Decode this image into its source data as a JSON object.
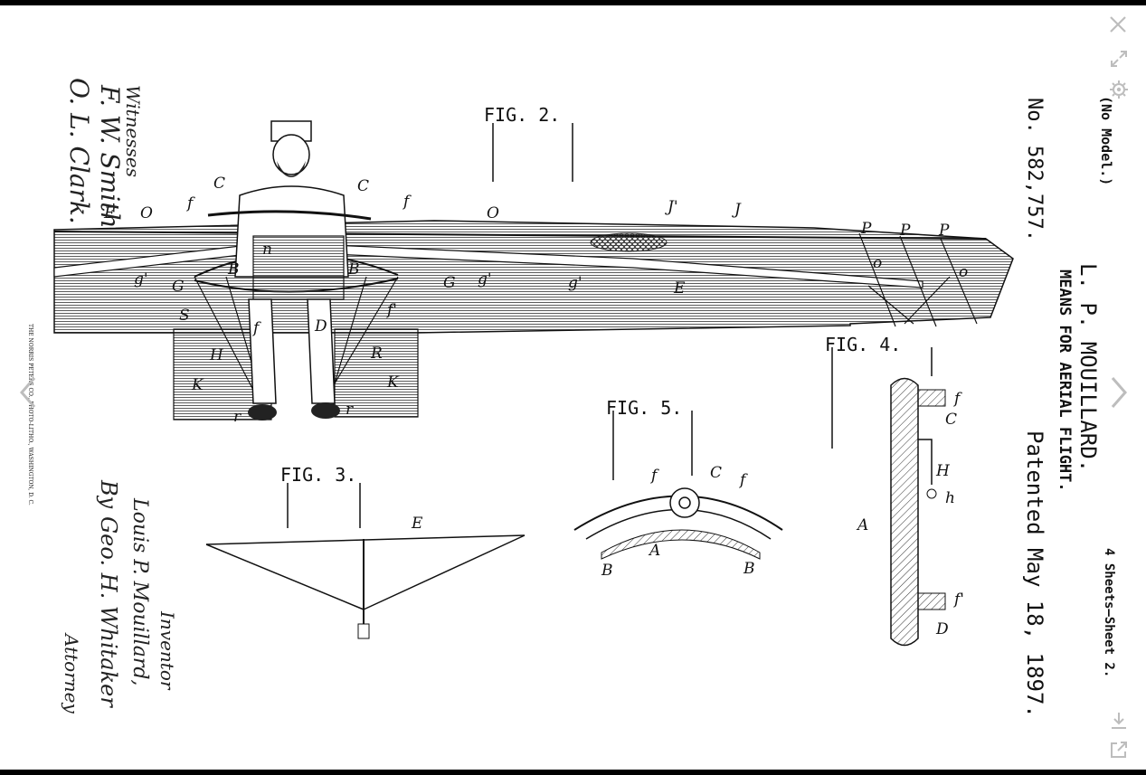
{
  "patent": {
    "model_note": "(No Model.)",
    "sheets": "4 Sheets—Sheet 2.",
    "number": "No. 582,757.",
    "inventor_name": "L. P. MOUILLARD.",
    "title": "MEANS FOR AERIAL FLIGHT.",
    "patented": "Patented May 18, 1897.",
    "printer": "THE NORRIS PETERS CO., PHOTO-LITHO., WASHINGTON, D. C.",
    "witnesses_label": "Witnesses",
    "witness_1": "F. W. Smith",
    "witness_2": "O. L. Clark.",
    "inventor_label": "Inventor",
    "inventor_signature": "Louis P. Mouillard,",
    "by_line": "By",
    "attorney_signature": "Geo. H. Whitaker",
    "attorney_label": "Attorney"
  },
  "figures": {
    "fig2": "FIG. 2.",
    "fig3": "FIG. 3.",
    "fig4": "FIG. 4.",
    "fig5": "FIG. 5."
  },
  "labels": {
    "O": "O",
    "f": "f",
    "f_prime": "f'",
    "C": "C",
    "E": "E",
    "J": "J",
    "J_prime": "J'",
    "P": "P",
    "o": "o",
    "G": "G",
    "g_prime": "g'",
    "B": "B",
    "S": "S",
    "D": "D",
    "H": "H",
    "K": "K",
    "R": "R",
    "r": "r",
    "A": "A",
    "h": "h",
    "n": "n"
  },
  "viewer_controls": {
    "close": "close-icon",
    "expand": "expand-icon",
    "settings": "gear-icon",
    "prev": "chevron-left-icon",
    "next": "chevron-right-icon",
    "download": "download-icon",
    "share": "share-icon"
  }
}
